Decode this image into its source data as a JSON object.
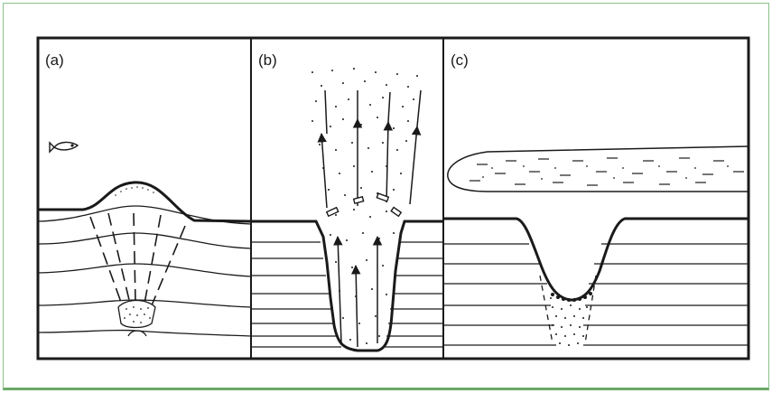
{
  "figure": {
    "panels": [
      {
        "label": "(a)"
      },
      {
        "label": "(b)"
      },
      {
        "label": "(c)"
      }
    ],
    "colors": {
      "ink": "#1a1a1a",
      "frame_border": "#8cc08a",
      "frame_bottom": "#6aa868",
      "background": "#ffffff"
    }
  }
}
